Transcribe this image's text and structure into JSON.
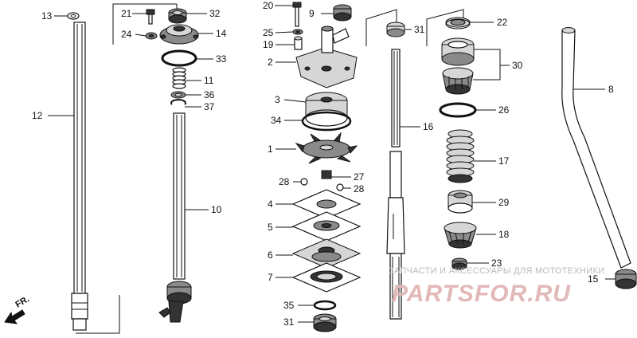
{
  "callouts": [
    "13",
    "12",
    "21",
    "24",
    "32",
    "14",
    "33",
    "11",
    "36",
    "37",
    "10",
    "20",
    "9",
    "25",
    "19",
    "2",
    "3",
    "34",
    "1",
    "28",
    "27",
    "28",
    "4",
    "5",
    "6",
    "7",
    "35",
    "31",
    "31",
    "16",
    "22",
    "30",
    "26",
    "17",
    "29",
    "18",
    "23",
    "8",
    "15"
  ],
  "direction_label": "FR.",
  "watermark": {
    "caption": "ЗАПЧАСТИ И АКСЕССУАРЫ ДЛЯ МОТОТЕХНИКИ",
    "logo_text": "PARTSFOR.RU"
  }
}
